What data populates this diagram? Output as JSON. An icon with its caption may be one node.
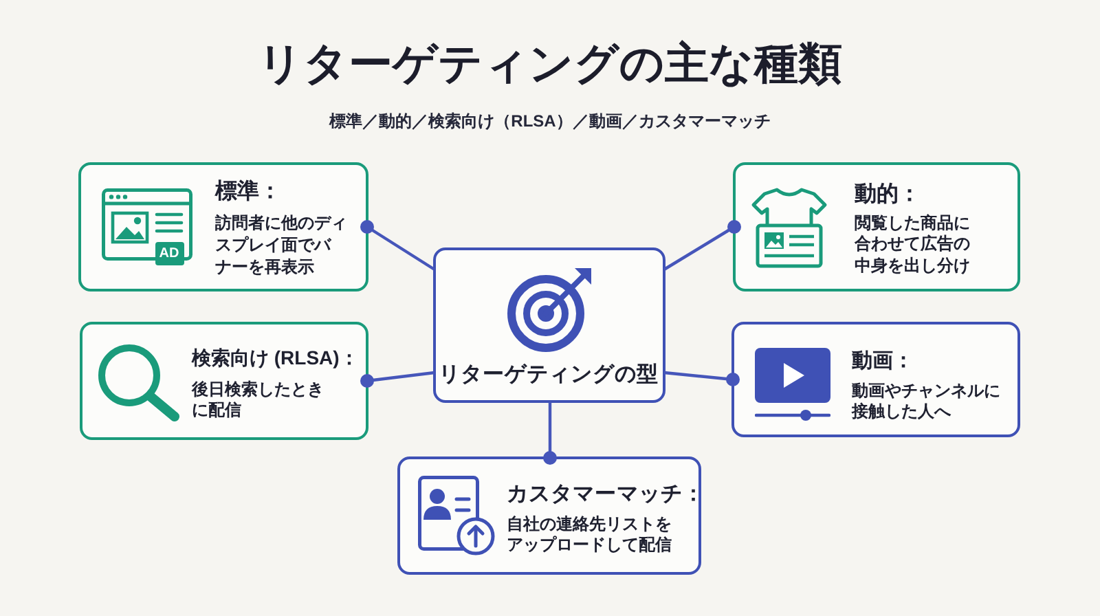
{
  "diagram": {
    "title": "リターゲティングの主な種類",
    "nodes": [
      {
        "text": [
          "標準：",
          "訪問者に他のディスプレイ面でバナーを再表示"
        ]
      },
      {
        "text": [
          "動的：",
          "閲覧した商品に合わせて広告の中身を出し分け"
        ]
      },
      {
        "text": [
          "リターゲティングの型"
        ]
      },
      {
        "text": [
          "検索向け (RLSA)：",
          "後日検索したときに配信"
        ]
      },
      {
        "text": [
          "動画：",
          "動画やチャンネルに接触した人へ"
        ]
      },
      {
        "text": [
          "カスタマーマッチ：",
          "自社の連絡先リストをアップロードして配信"
        ]
      }
    ],
    "edges": [
      {
        "from": 2,
        "to": 0,
        "arrow": "other"
      },
      {
        "from": 2,
        "to": 1,
        "arrow": "other"
      },
      {
        "from": 2,
        "to": 3,
        "arrow": "other"
      },
      {
        "from": 2,
        "to": 4,
        "arrow": "other"
      },
      {
        "from": 2,
        "to": 5,
        "arrow": "other"
      }
    ],
    "labels": [
      "標準／動的／検索向け（RLSA）／動画／カスタマーマッチ",
      "AD"
    ]
  }
}
